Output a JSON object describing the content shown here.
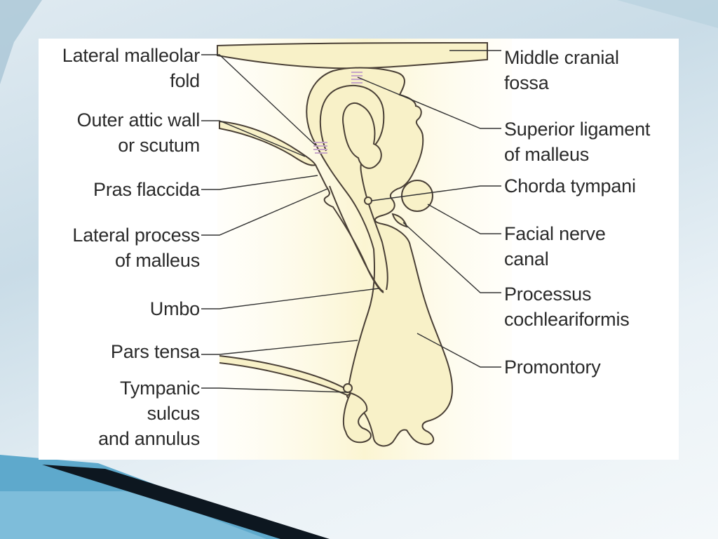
{
  "colors": {
    "tissue_fill": "#f8f1c8",
    "outline": "#4a4036",
    "ligament": "#c6a6c8",
    "ribbon_dark": "#0d1720",
    "ribbon_blue": "#3f8fb5"
  },
  "labels_left": [
    {
      "id": "lateral-malleolar-fold",
      "lines": [
        "Lateral malleolar",
        "fold"
      ]
    },
    {
      "id": "outer-attic-wall",
      "lines": [
        "Outer attic wall",
        "or scutum"
      ]
    },
    {
      "id": "pars-flaccida",
      "lines": [
        "Pras flaccida"
      ]
    },
    {
      "id": "lateral-process-of-malleus",
      "lines": [
        "Lateral process",
        "of malleus"
      ]
    },
    {
      "id": "umbo",
      "lines": [
        "Umbo"
      ]
    },
    {
      "id": "pars-tensa",
      "lines": [
        "Pars tensa"
      ]
    },
    {
      "id": "tympanic-sulcus",
      "lines": [
        "Tympanic",
        "sulcus",
        "and annulus"
      ]
    }
  ],
  "labels_right": [
    {
      "id": "middle-cranial-fossa",
      "lines": [
        "Middle cranial",
        "fossa"
      ]
    },
    {
      "id": "superior-ligament",
      "lines": [
        "Superior ligament",
        "of malleus"
      ]
    },
    {
      "id": "chorda-tympani",
      "lines": [
        "Chorda tympani"
      ]
    },
    {
      "id": "facial-nerve-canal",
      "lines": [
        "Facial nerve",
        "canal"
      ]
    },
    {
      "id": "processus-cochleariformis",
      "lines": [
        "Processus",
        "cochleariformis"
      ]
    },
    {
      "id": "promontory",
      "lines": [
        "Promontory"
      ]
    }
  ]
}
